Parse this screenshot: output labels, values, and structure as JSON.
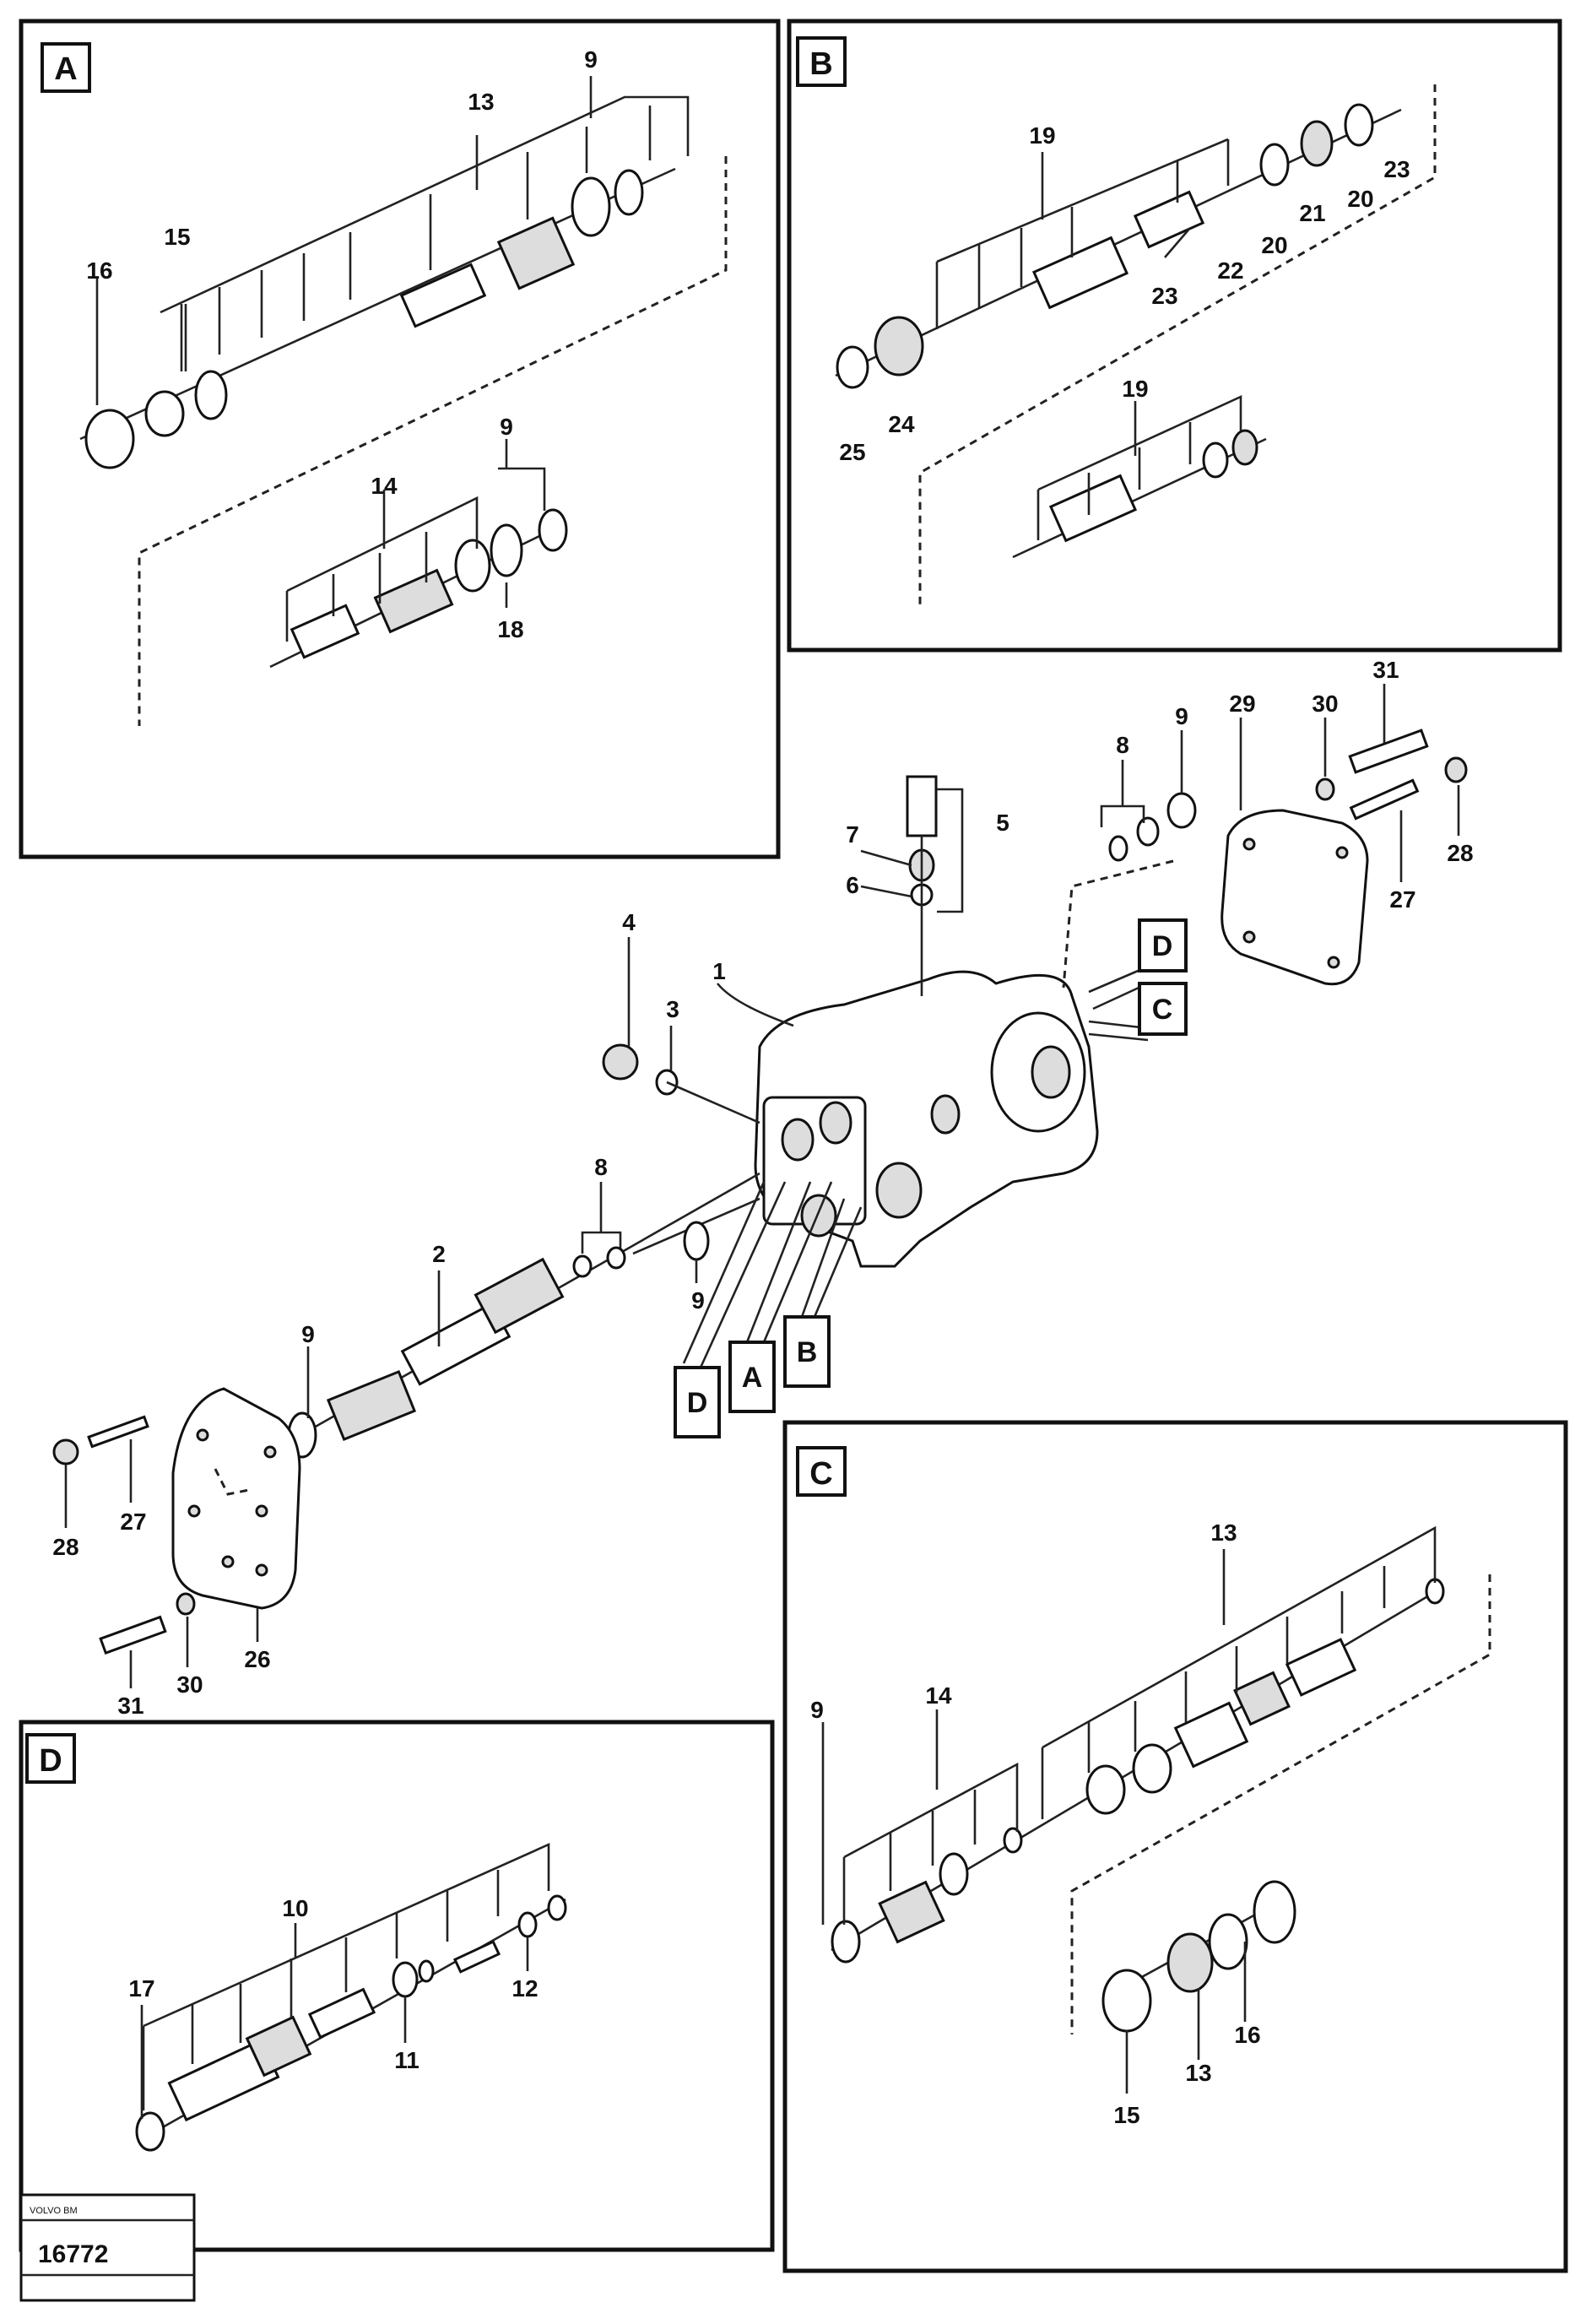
{
  "panels": {
    "A": {
      "letter": "A"
    },
    "B": {
      "letter": "B"
    },
    "C": {
      "letter": "C"
    },
    "D": {
      "letter": "D"
    }
  },
  "references": {
    "d_upper": "D",
    "c_upper": "C",
    "d_lower": "D",
    "a_lower": "A",
    "b_lower": "B"
  },
  "labels": {
    "a_13": "13",
    "a_9_top": "9",
    "a_15": "15",
    "a_16": "16",
    "a_14": "14",
    "a_9_mid": "9",
    "a_18": "18",
    "b_19_top": "19",
    "b_23_right": "23",
    "b_20_right": "20",
    "b_21": "21",
    "b_20_mid": "20",
    "b_22": "22",
    "b_23_mid": "23",
    "b_24": "24",
    "b_25": "25",
    "b_19_low": "19",
    "m_1": "1",
    "m_2": "2",
    "m_3": "3",
    "m_4": "4",
    "m_5": "5",
    "m_6": "6",
    "m_7": "7",
    "m_8_right": "8",
    "m_9_right": "9",
    "m_29": "29",
    "m_30_right": "30",
    "m_31_right": "31",
    "m_27_right": "27",
    "m_28_right": "28",
    "m_8_mid": "8",
    "m_9_mid": "9",
    "m_9_left": "9",
    "m_28_left": "28",
    "m_27_left": "27",
    "m_26": "26",
    "m_30_left": "30",
    "m_31_left": "31",
    "c_13_top": "13",
    "c_14": "14",
    "c_9": "9",
    "c_15": "15",
    "c_13_low": "13",
    "c_16": "16",
    "d_10": "10",
    "d_17": "17",
    "d_11": "11",
    "d_12": "12"
  },
  "identification": {
    "header": "VOLVO BM",
    "number": "16772"
  }
}
